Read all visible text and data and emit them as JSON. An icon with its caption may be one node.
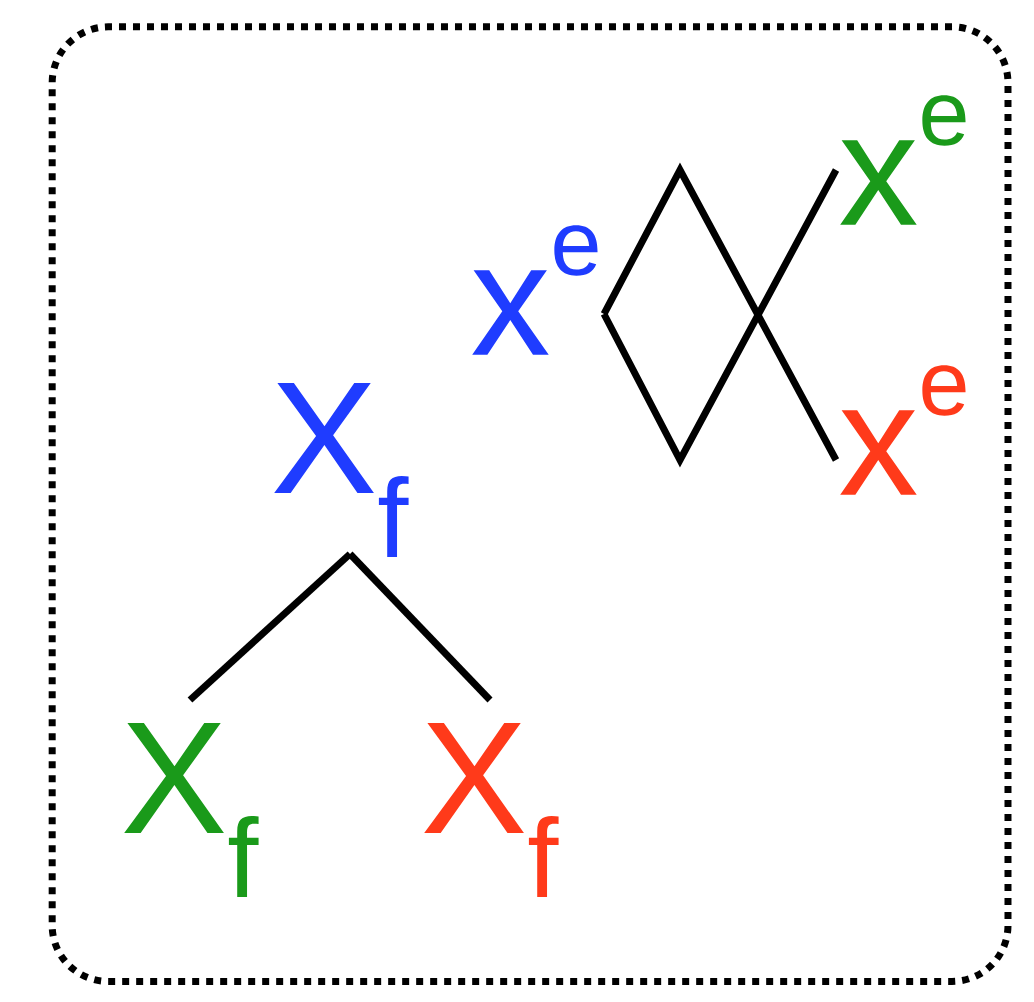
{
  "diagram": {
    "nodes": [
      {
        "text": [],
        "shape": "box"
      },
      {
        "text": [
          "X$_{f}$"
        ],
        "in": 0
      },
      {
        "text": [
          "X$_{f}$"
        ],
        "in": 0
      },
      {
        "text": [
          "X$_{f}$"
        ],
        "in": 0
      },
      {
        "text": [
          "x$^{e}$"
        ],
        "in": 0
      },
      {
        "text": [
          "x$^{e}$"
        ],
        "in": 0
      },
      {
        "text": [
          "x$^{e}$"
        ],
        "in": 0
      }
    ],
    "edges": [
      {
        "from": 1,
        "to": 2,
        "arrow": "none"
      },
      {
        "from": 1,
        "to": 3,
        "arrow": "none"
      },
      {
        "from": 4,
        "to": 6,
        "arrow": "none"
      },
      {
        "from": 4,
        "to": 5,
        "arrow": "none"
      }
    ]
  }
}
